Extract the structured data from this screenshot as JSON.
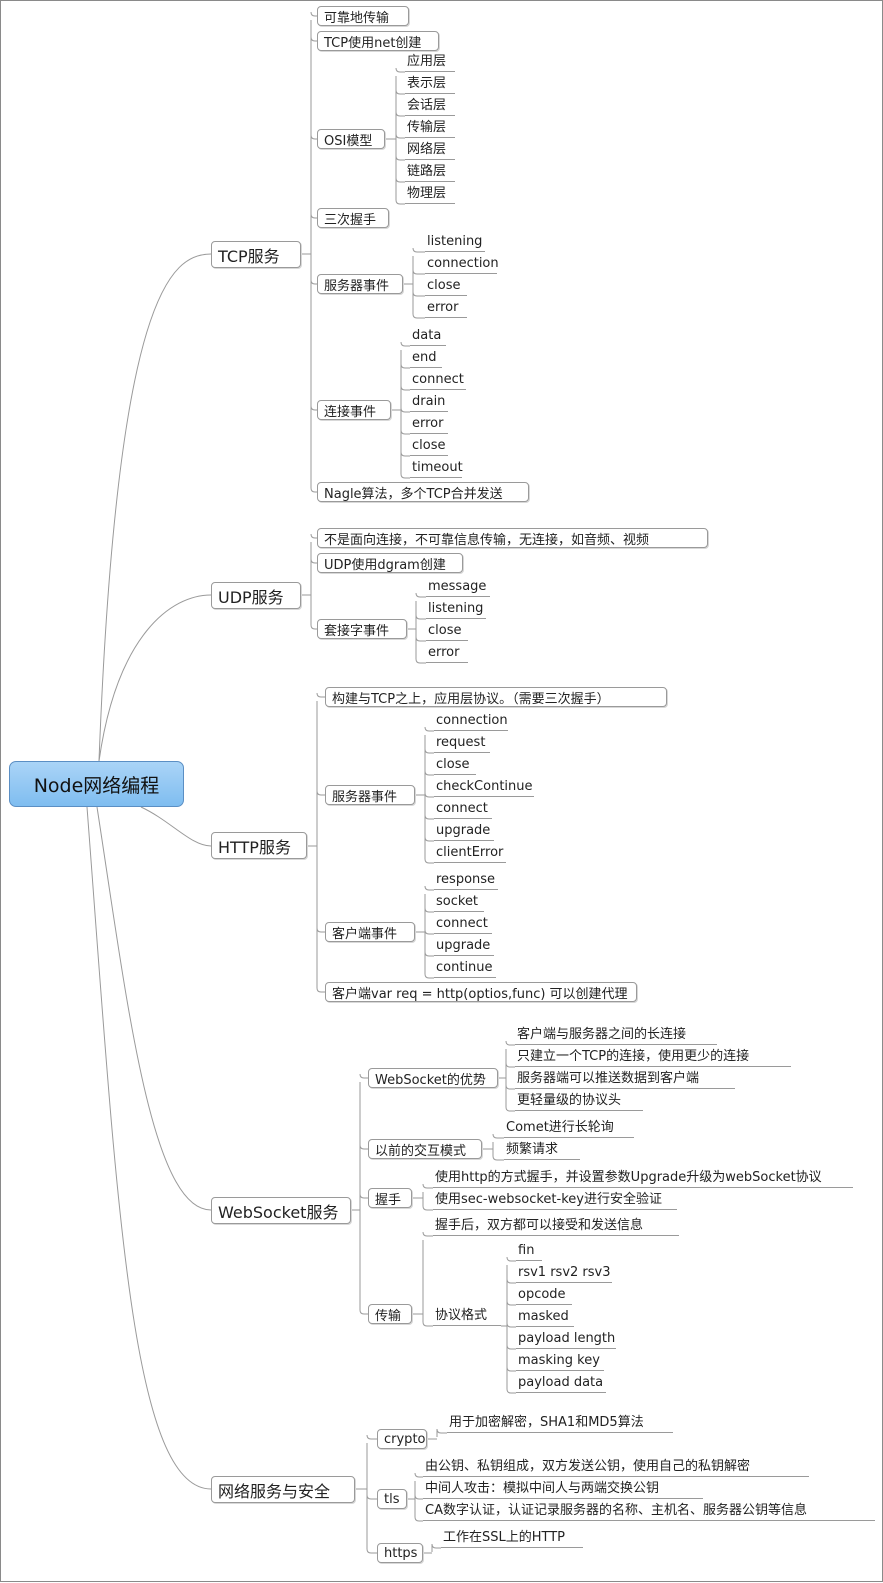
{
  "root": "Node网络编程",
  "tcp": {
    "label": "TCP服务",
    "reliable": "可靠地传输",
    "net": "TCP使用net创建",
    "osi": {
      "label": "OSI模型",
      "layers": [
        "应用层",
        "表示层",
        "会话层",
        "传输层",
        "网络层",
        "链路层",
        "物理层"
      ]
    },
    "handshake": "三次握手",
    "server_events": {
      "label": "服务器事件",
      "items": [
        "listening",
        "connection",
        "close",
        "error"
      ]
    },
    "conn_events": {
      "label": "连接事件",
      "items": [
        "data",
        "end",
        "connect",
        "drain",
        "error",
        "close",
        "timeout"
      ]
    },
    "nagle": "Nagle算法，多个TCP合并发送"
  },
  "udp": {
    "label": "UDP服务",
    "desc": "不是面向连接，不可靠信息传输，无连接，如音频、视频",
    "dgram": "UDP使用dgram创建",
    "socket_events": {
      "label": "套接字事件",
      "items": [
        "message",
        "listening",
        "close",
        "error"
      ]
    }
  },
  "http": {
    "label": "HTTP服务",
    "desc": "构建与TCP之上，应用层协议。（需要三次握手）",
    "server_events": {
      "label": "服务器事件",
      "items": [
        "connection",
        "request",
        "close",
        "checkContinue",
        "connect",
        "upgrade",
        "clientError"
      ]
    },
    "client_events": {
      "label": "客户端事件",
      "items": [
        "response",
        "socket",
        "connect",
        "upgrade",
        "continue"
      ]
    },
    "proxy": "客户端var req = http(optios,func) 可以创建代理"
  },
  "ws": {
    "label": "WebSocket服务",
    "advantages": {
      "label": "WebSocket的优势",
      "items": [
        "客户端与服务器之间的长连接",
        "只建立一个TCP的连接，使用更少的连接",
        "服务器端可以推送数据到客户端",
        "更轻量级的协议头"
      ]
    },
    "legacy": {
      "label": "以前的交互模式",
      "items": [
        "Comet进行长轮询",
        "频繁请求"
      ]
    },
    "handshake": {
      "label": "握手",
      "items": [
        "使用http的方式握手，并设置参数Upgrade升级为webSocket协议",
        "使用sec-websocket-key进行安全验证"
      ]
    },
    "transfer": {
      "label": "传输",
      "after": "握手后，双方都可以接受和发送信息",
      "format": {
        "label": "协议格式",
        "items": [
          "fin",
          "rsv1 rsv2 rsv3",
          "opcode",
          "masked",
          "payload length",
          "masking key",
          "payload data"
        ]
      }
    }
  },
  "sec": {
    "label": "网络服务与安全",
    "crypto": {
      "label": "crypto",
      "desc": "用于加密解密，SHA1和MD5算法"
    },
    "tls": {
      "label": "tls",
      "items": [
        "由公钥、私钥组成，双方发送公钥，使用自己的私钥解密",
        "中间人攻击：模拟中间人与两端交换公钥",
        "CA数字认证，认证记录服务器的名称、主机名、服务器公钥等信息"
      ]
    },
    "https": {
      "label": "https",
      "desc": "工作在SSL上的HTTP"
    }
  }
}
